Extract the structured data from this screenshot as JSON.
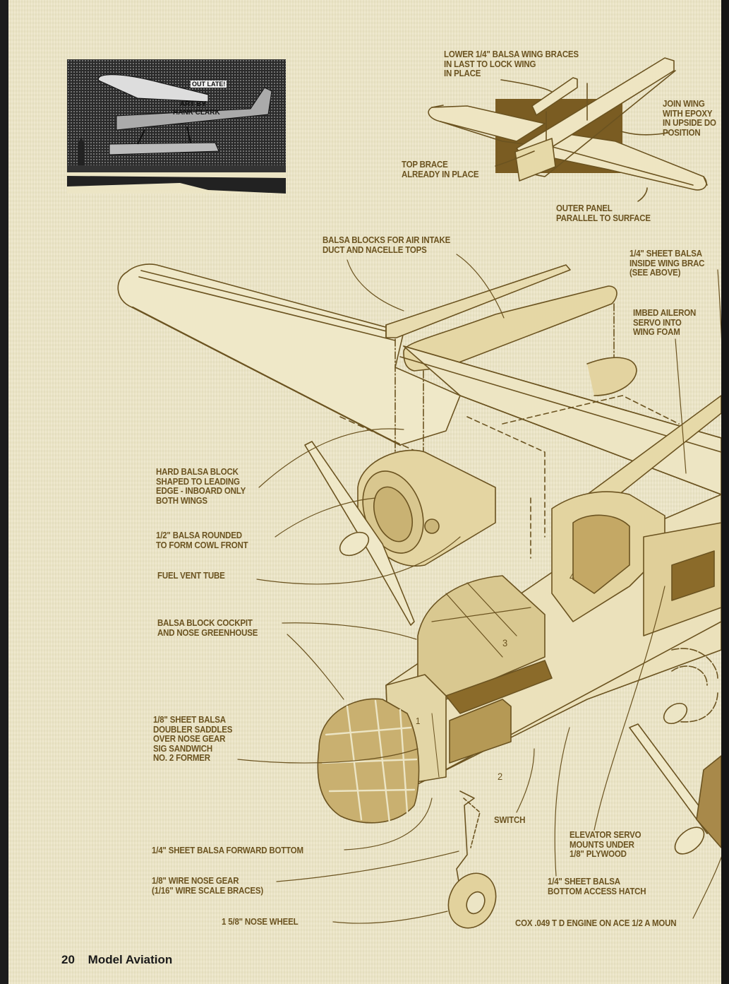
{
  "cartoon": {
    "caption_bubble": "OUT LATE!",
    "credit_line1": "ART BY",
    "credit_line2": "HANK CLARK"
  },
  "labels": {
    "lower_braces": "LOWER 1/4\" BALSA WING BRACES\nIN LAST TO LOCK WING\nIN PLACE",
    "join_wing": "JOIN WING\nWITH EPOXY\nIN UPSIDE DO\nPOSITION",
    "top_brace": "TOP BRACE\nALREADY IN PLACE",
    "outer_panel": "OUTER PANEL\nPARALLEL TO SURFACE",
    "balsa_blocks": "BALSA BLOCKS FOR AIR INTAKE\nDUCT AND NACELLE TOPS",
    "sheet_balsa_inside": "1/4\" SHEET BALSA\nINSIDE WING BRAC\n(SEE ABOVE)",
    "imbed_aileron": "IMBED AILERON\nSERVO INTO\nWING FOAM",
    "hard_balsa": "HARD BALSA BLOCK\nSHAPED TO LEADING\nEDGE - INBOARD ONLY\nBOTH WINGS",
    "cowl_front": "1/2\" BALSA ROUNDED\nTO FORM COWL FRONT",
    "fuel_vent": "FUEL VENT TUBE",
    "cockpit": "BALSA BLOCK COCKPIT\nAND NOSE GREENHOUSE",
    "doubler": "1/8\" SHEET BALSA\nDOUBLER SADDLES\nOVER NOSE GEAR\nSIG SANDWICH\nNO. 2 FORMER",
    "forward_bottom": "1/4\" SHEET BALSA FORWARD BOTTOM",
    "nose_gear": "1/8\" WIRE NOSE GEAR\n(1/16\" WIRE SCALE BRACES)",
    "nose_wheel": "1 5/8\" NOSE WHEEL",
    "switch": "SWITCH",
    "elevator_servo": "ELEVATOR SERVO\nMOUNTS UNDER\n1/8\" PLYWOOD",
    "access_hatch": "1/4\" SHEET BALSA\nBOTTOM ACCESS HATCH",
    "engine": "COX .049 T D ENGINE ON ACE 1/2 A MOUN"
  },
  "former_numbers": [
    "1",
    "2",
    "3",
    "4"
  ],
  "footer": {
    "page_number": "20",
    "magazine": "Model Aviation"
  },
  "colors": {
    "paper": "#ece5c5",
    "ink": "#6b5320",
    "inset_dark": "#7a5c22",
    "footer_text": "#1a1a1a"
  }
}
